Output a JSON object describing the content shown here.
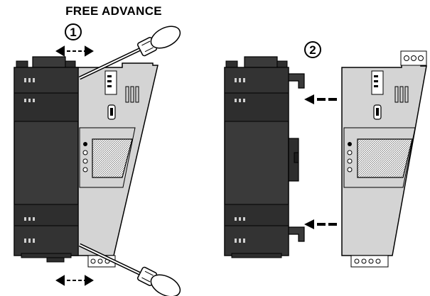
{
  "title": "FREE ADVANCE",
  "steps": [
    {
      "number": "1"
    },
    {
      "number": "2"
    }
  ],
  "colors": {
    "dark_module": "#3a3a3a",
    "darker_module": "#2e2e2e",
    "light_module": "#d4d4d4",
    "outline": "#000000"
  },
  "icons": {
    "push_arrow": "dashed-left-arrow",
    "slide_arrow": "double-headed-arrow",
    "tool": "screwdriver-icon"
  }
}
